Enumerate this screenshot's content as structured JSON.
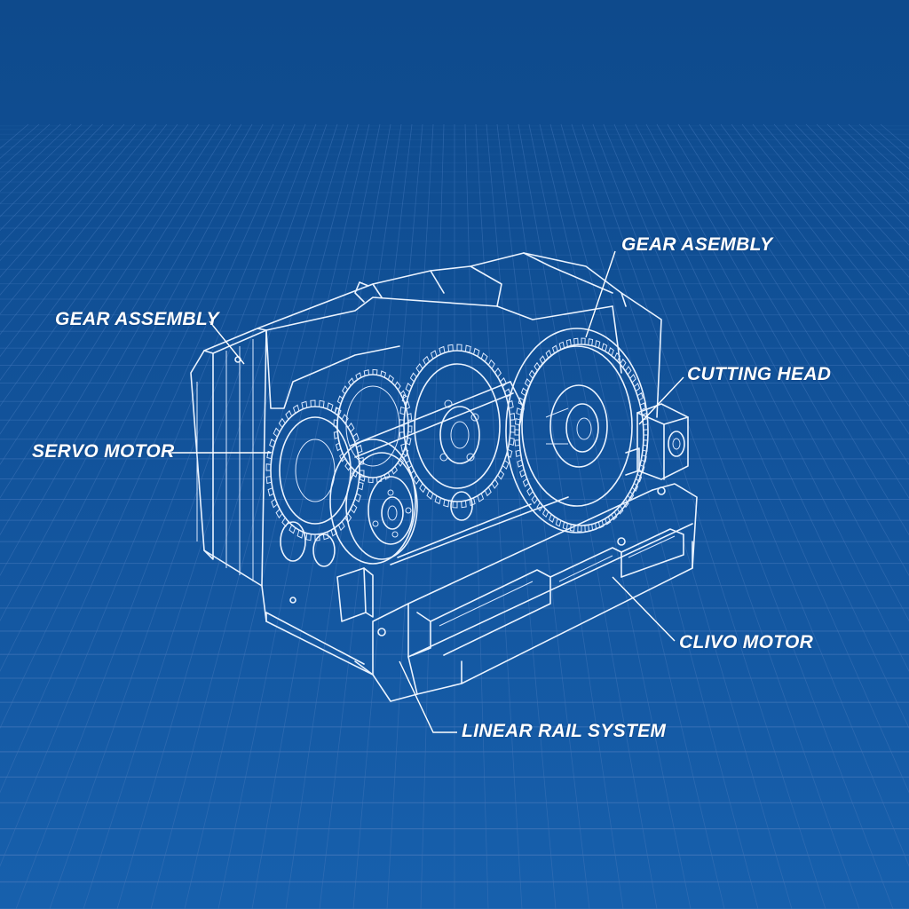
{
  "colors": {
    "background": "#0f4a8f",
    "grid_line": "#3f74b8",
    "drawing_line": "#eaf3ff"
  },
  "labels": {
    "gear_assembly_left": "GEAR ASSEMBLY",
    "gear_assembly_right": "GEAR ASEMBLY",
    "cutting_head": "CUTTING HEAD",
    "servo_motor": "SERVO MOTOR",
    "clivo_motor": "CLIVO MOTOR",
    "linear_rail_system": "LINEAR RAIL SYSTEM"
  }
}
